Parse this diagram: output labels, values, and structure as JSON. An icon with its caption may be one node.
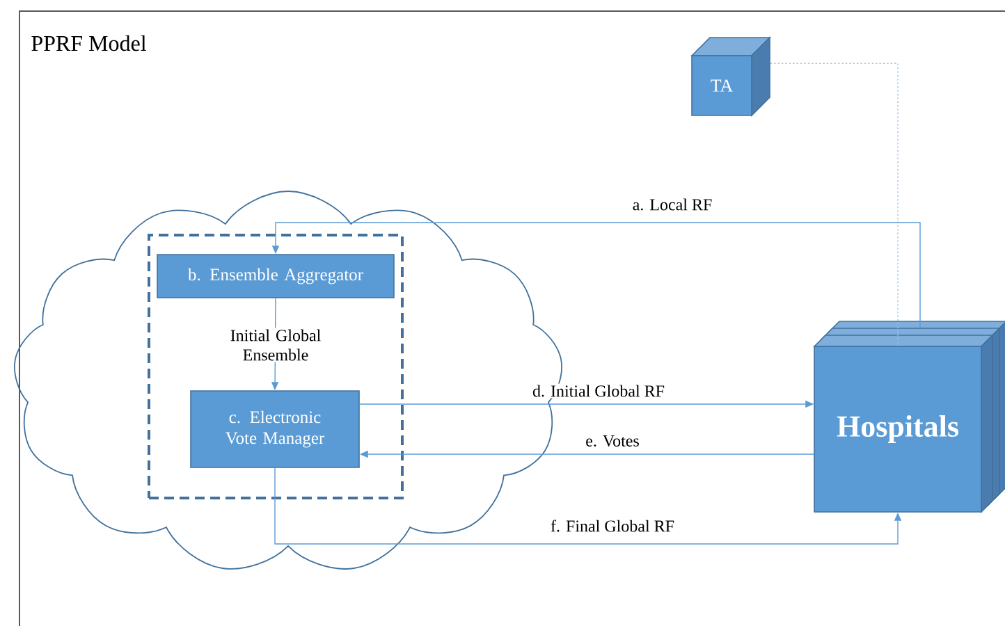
{
  "diagram": {
    "title": "PPRF Model",
    "nodes": [
      {
        "text": [
          "TA"
        ]
      },
      {
        "text": [],
        "shape": "cloud"
      },
      {
        "text": [],
        "shape": "box",
        "in": 1
      },
      {
        "text": [
          "b. Ensemble Aggregator"
        ],
        "in": 2
      },
      {
        "text": [
          "c. Electronic Vote Manager"
        ],
        "in": 2
      },
      {
        "text": [
          "Hospitals"
        ]
      }
    ],
    "edges": [
      {
        "from": 0,
        "to": 5,
        "arrow": "none",
        "style": "dashed",
        "color": "#9dc3e6"
      },
      {
        "from": 5,
        "to": 3,
        "arrow": "to",
        "label": "a. Local RF"
      },
      {
        "from": 3,
        "to": 4,
        "arrow": "to",
        "label": "Initial Global Ensemble"
      },
      {
        "from": 4,
        "to": 5,
        "arrow": "to",
        "label": "d. Initial Global RF"
      },
      {
        "from": 5,
        "to": 4,
        "arrow": "to",
        "label": "e. Votes"
      },
      {
        "from": 4,
        "to": 5,
        "arrow": "to",
        "label": "f. Final Global RF"
      }
    ]
  }
}
